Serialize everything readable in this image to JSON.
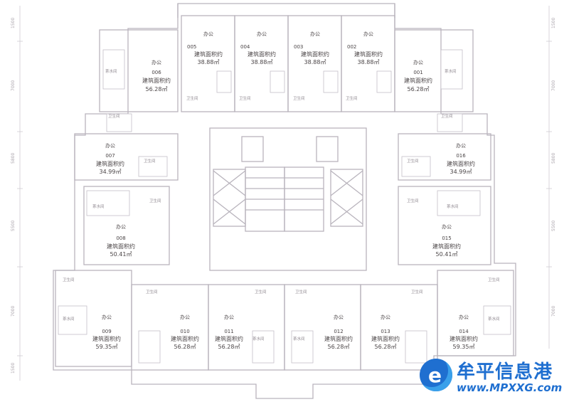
{
  "units": [
    {
      "no": "005",
      "use": "办公",
      "area": "建筑面积约",
      "sqm": "38.88㎡"
    },
    {
      "no": "004",
      "use": "办公",
      "area": "建筑面积约",
      "sqm": "38.88㎡"
    },
    {
      "no": "003",
      "use": "办公",
      "area": "建筑面积约",
      "sqm": "38.88㎡"
    },
    {
      "no": "002",
      "use": "办公",
      "area": "建筑面积约",
      "sqm": "38.88㎡"
    },
    {
      "no": "006",
      "use": "办公",
      "area": "建筑面积约",
      "sqm": "56.28㎡"
    },
    {
      "no": "001",
      "use": "办公",
      "area": "建筑面积约",
      "sqm": "56.28㎡"
    },
    {
      "no": "007",
      "use": "办公",
      "area": "建筑面积约",
      "sqm": "34.99㎡"
    },
    {
      "no": "016",
      "use": "办公",
      "area": "建筑面积约",
      "sqm": "34.99㎡"
    },
    {
      "no": "008",
      "use": "办公",
      "area": "建筑面积约",
      "sqm": "50.41㎡"
    },
    {
      "no": "015",
      "use": "办公",
      "area": "建筑面积约",
      "sqm": "50.41㎡"
    },
    {
      "no": "009",
      "use": "办公",
      "area": "建筑面积约",
      "sqm": "59.35㎡"
    },
    {
      "no": "010",
      "use": "办公",
      "area": "建筑面积约",
      "sqm": "56.28㎡"
    },
    {
      "no": "011",
      "use": "办公",
      "area": "建筑面积约",
      "sqm": "56.28㎡"
    },
    {
      "no": "012",
      "use": "办公",
      "area": "建筑面积约",
      "sqm": "56.28㎡"
    },
    {
      "no": "013",
      "use": "办公",
      "area": "建筑面积约",
      "sqm": "56.28㎡"
    },
    {
      "no": "014",
      "use": "办公",
      "area": "建筑面积约",
      "sqm": "59.35㎡"
    }
  ],
  "room_tags": {
    "wc": "卫生间",
    "tea": "茶水间"
  },
  "dimensions": {
    "left": [
      "1500",
      "7000",
      "5800",
      "5500",
      "7000",
      "1500"
    ],
    "right": [
      "1500",
      "7000",
      "5800",
      "5500",
      "7000"
    ]
  },
  "logo": {
    "mark": "e",
    "name": "牟平信息港",
    "url": "www.MPXXG.com"
  },
  "colors": {
    "wall": "#b9b4bd",
    "text": "#4a4446",
    "brand": "#1f6fd0"
  }
}
